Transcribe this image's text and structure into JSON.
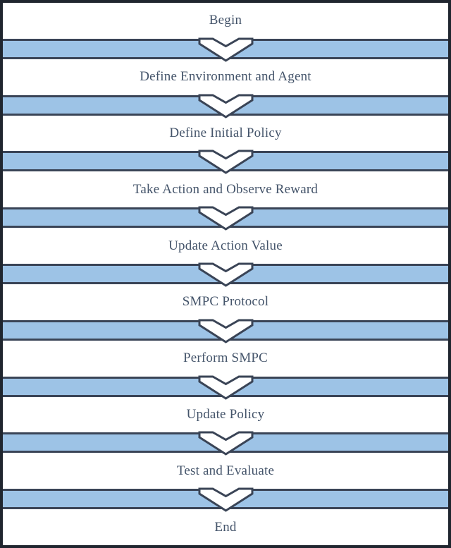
{
  "diagram": {
    "type": "flowchart",
    "direction": "top-to-bottom",
    "step_count": 10
  },
  "steps": [
    {
      "label": "Begin"
    },
    {
      "label": "Define Environment and Agent"
    },
    {
      "label": "Define Initial Policy"
    },
    {
      "label": "Take Action and Observe Reward"
    },
    {
      "label": "Update Action Value"
    },
    {
      "label": "SMPC Protocol"
    },
    {
      "label": "Perform SMPC"
    },
    {
      "label": "Update Policy"
    },
    {
      "label": "Test and Evaluate"
    },
    {
      "label": "End"
    }
  ],
  "connector": {
    "icon": "down-arrow-icon",
    "shape": "notched-chevron-down",
    "count": 9
  },
  "colors": {
    "frame_border": "#20262f",
    "box_border_line": "#3a4456",
    "band_fill": "#9dc3e6",
    "box_fill": "#ffffff",
    "arrow_fill": "#ffffff",
    "text": "#44546a"
  }
}
